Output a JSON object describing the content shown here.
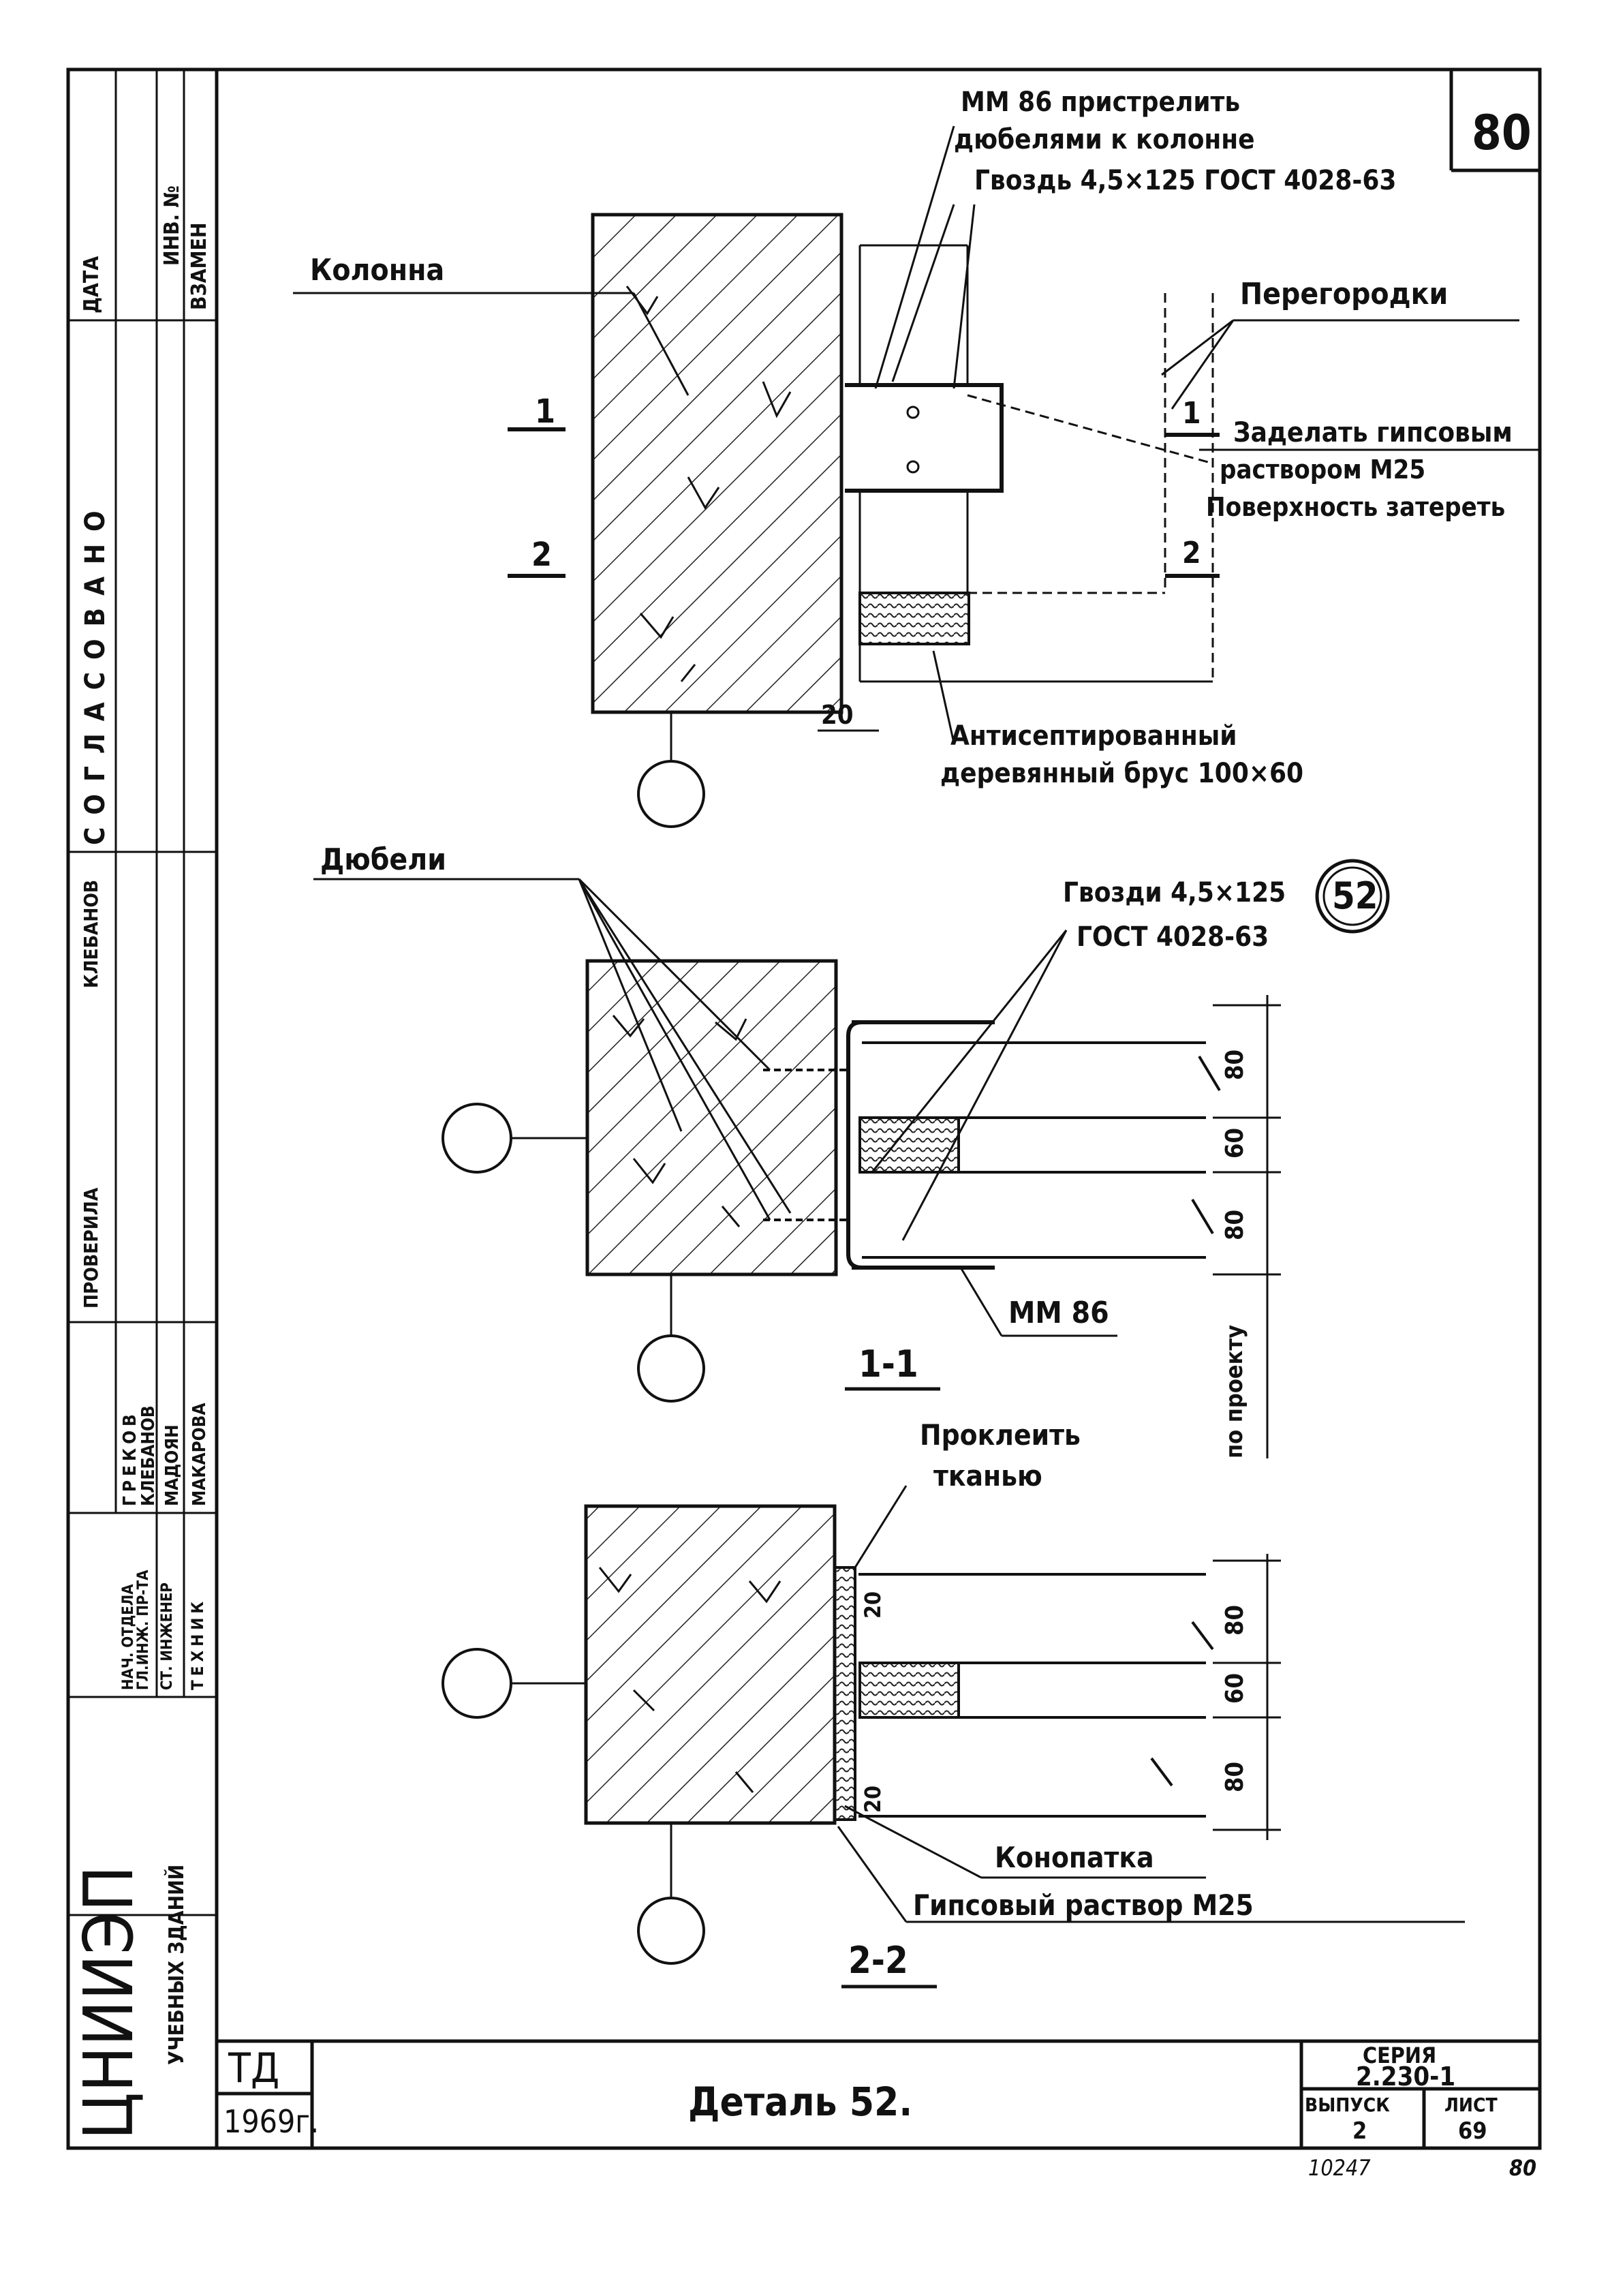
{
  "sheet": {
    "page_number": "80",
    "title": "Деталь 52.",
    "badge": "ТД",
    "year": "1969г.",
    "series_label": "СЕРИЯ",
    "series_value": "2.230-1",
    "issue_label": "ВЫПУСК",
    "issue_value": "2",
    "sheet_label": "ЛИСТ",
    "sheet_value": "69",
    "bottom_code": "10247",
    "bottom_page": "80"
  },
  "stamp": {
    "org": "ЦНИИЭП",
    "org_sub": "УЧЕБНЫХ ЗДАНИЙ",
    "approved": "СОГЛАСОВАНО",
    "date": "ДАТА",
    "inv": "ИНВ. №",
    "replace": "ВЗАМЕН",
    "roles": [
      "НАЧ. ОТДЕЛА",
      "ГЛ.ИНЖ. ПР-ТА",
      "СТ. ИНЖЕНЕР",
      "ТЕХНИК"
    ],
    "names": [
      "ГРЕКОВ",
      "КЛЕБАНОВ",
      "МАДОЯН",
      "МАКАРОВА"
    ],
    "checked_label": "ПРОВЕРИЛА",
    "checked_name": "КЛЕБАНОВ"
  },
  "labels": {
    "column": "Колонна",
    "mm86_note_1": "ММ 86 пристрелить",
    "mm86_note_2": "дюбелями к колонне",
    "nail_top": "Гвоздь 4,5×125 ГОСТ 4028-63",
    "partitions": "Перегородки",
    "seal_1": "Заделать гипсовым",
    "seal_2": "раствором М25",
    "seal_3": "Поверхность затереть",
    "antiseptic_1": "Антисептированный",
    "antiseptic_2": "деревянный брус 100×60",
    "dowels": "Дюбели",
    "nails_mid_1": "Гвозди 4,5×125",
    "nails_mid_2": "ГОСТ 4028-63",
    "detail_number": "52",
    "mm86": "ММ 86",
    "by_project": "по проекту",
    "glue_1": "Проклеить",
    "glue_2": "тканью",
    "caulk": "Конопатка",
    "gypsum": "Гипсовый раствор М25",
    "section_1_1": "1-1",
    "section_2_2": "2-2",
    "mark_1": "1",
    "mark_2": "2",
    "dim_20": "20",
    "dim_80": "80",
    "dim_60": "60"
  }
}
